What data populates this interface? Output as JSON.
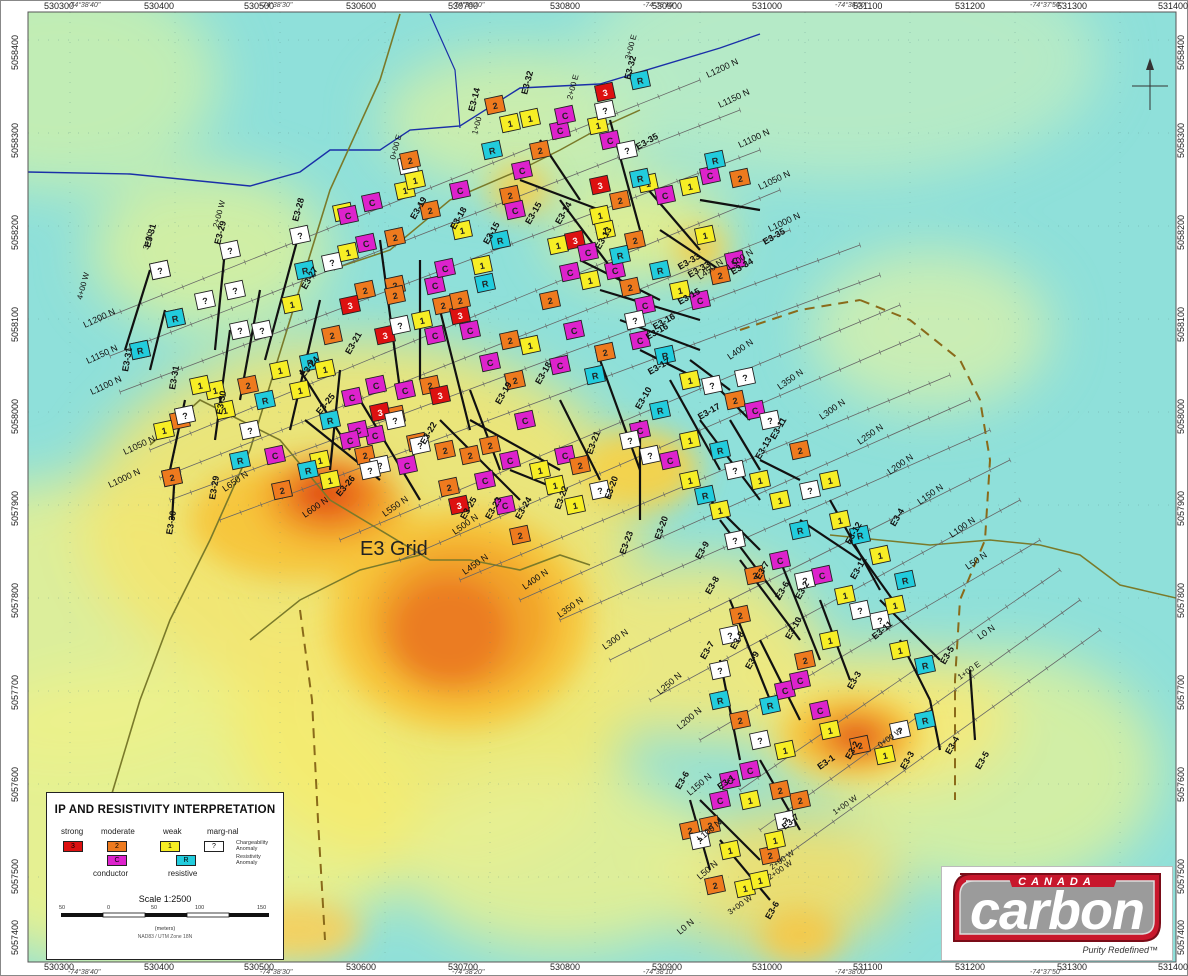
{
  "top_coords": {
    "easting": [
      "530300",
      "530400",
      "530500",
      "530600",
      "530700",
      "530800",
      "530900",
      "531000",
      "531100",
      "531200",
      "531300",
      "531400"
    ],
    "dms": [
      "-74°38'40\"",
      "-74°38'30\"",
      "-74°38'20\"",
      "-74°38'10\"",
      "-74°38'00\"",
      "-74°37'50\""
    ]
  },
  "bottom_coords": {
    "easting": [
      "530300",
      "530400",
      "530500",
      "530600",
      "530700",
      "530800",
      "530900",
      "531000",
      "531100",
      "531200",
      "531300",
      "531400"
    ],
    "dms": [
      "-74°38'40\"",
      "-74°38'30\"",
      "-74°38'20\"",
      "-74°38'10\"",
      "-74°38'00\"",
      "-74°37'50\""
    ]
  },
  "left_coords": {
    "northing": [
      "5058400",
      "5058300",
      "5058200",
      "5058100",
      "5058000",
      "5057900",
      "5057800",
      "5057700",
      "5057600",
      "5057500",
      "5057400"
    ]
  },
  "right_coords": {
    "northing": [
      "5058400",
      "5058300",
      "5058200",
      "5058100",
      "5058000",
      "5057900",
      "5057800",
      "5057700",
      "5057600",
      "5057500",
      "5057400"
    ]
  },
  "map": {
    "grid_label": "E3 Grid",
    "anomaly_colors": {
      "strong": "#dd1111",
      "moderate": "#ee7a1e",
      "weak": "#f7ee25",
      "marginal": "#ffffff",
      "conductor": "#dd22cc",
      "resistive": "#22ccdd"
    },
    "anomaly_symbols": {
      "strong": "3",
      "moderate": "2",
      "weak": "1",
      "marginal": "?",
      "conductor": "C",
      "resistive": "R"
    },
    "line_labels": [
      {
        "t": "L1200 N"
      },
      {
        "t": "L1150 N"
      },
      {
        "t": "L1100 N"
      },
      {
        "t": "L1050 N"
      },
      {
        "t": "L1000 N"
      },
      {
        "t": "L1200 N"
      },
      {
        "t": "L1150 N"
      },
      {
        "t": "L1100 N"
      },
      {
        "t": "L1050 N"
      },
      {
        "t": "L1000 N"
      },
      {
        "t": "L650 N"
      },
      {
        "t": "L600 N"
      },
      {
        "t": "L550 N"
      },
      {
        "t": "L500 N"
      },
      {
        "t": "L450 N"
      },
      {
        "t": "L400 N"
      },
      {
        "t": "L350 N"
      },
      {
        "t": "L300 N"
      },
      {
        "t": "L250 N"
      },
      {
        "t": "L200 N"
      },
      {
        "t": "L150 N"
      },
      {
        "t": "L100 N"
      },
      {
        "t": "L50 N"
      },
      {
        "t": "L0 N"
      },
      {
        "t": "L400 N"
      },
      {
        "t": "L350 N"
      },
      {
        "t": "L300 N"
      },
      {
        "t": "L250 N"
      },
      {
        "t": "L200 N"
      },
      {
        "t": "L150 N"
      },
      {
        "t": "L100 N"
      },
      {
        "t": "L50 N"
      },
      {
        "t": "L0 N"
      },
      {
        "t": "L450 N"
      },
      {
        "t": "L500 N"
      }
    ],
    "chain_labels": [
      {
        "t": "0+00 E"
      },
      {
        "t": "1+00"
      },
      {
        "t": "2+00 E"
      },
      {
        "t": "3+00 E"
      },
      {
        "t": "2+00 W"
      },
      {
        "t": "3+00"
      },
      {
        "t": "4+00 W"
      },
      {
        "t": "2+00 W"
      },
      {
        "t": "1+00 E"
      },
      {
        "t": "0+00 W"
      },
      {
        "t": "1+00 W"
      },
      {
        "t": "2+00 W"
      },
      {
        "t": "3+00 W"
      }
    ],
    "trend_labels": [
      {
        "t": "E3-31"
      },
      {
        "t": "E3-31"
      },
      {
        "t": "E3-30"
      },
      {
        "t": "E3-31"
      },
      {
        "t": "E3-29"
      },
      {
        "t": "E3-30"
      },
      {
        "t": "E3-29"
      },
      {
        "t": "E3-28"
      },
      {
        "t": "E3-27"
      },
      {
        "t": "E3-26"
      },
      {
        "t": "E3-25"
      },
      {
        "t": "E3-24"
      },
      {
        "t": "E3-25"
      },
      {
        "t": "E3-21"
      },
      {
        "t": "E3-22"
      },
      {
        "t": "E3-23"
      },
      {
        "t": "E3-24"
      },
      {
        "t": "E3-19"
      },
      {
        "t": "E3-18"
      },
      {
        "t": "E3-16"
      },
      {
        "t": "E3-17"
      },
      {
        "t": "E3-20"
      },
      {
        "t": "E3-22"
      },
      {
        "t": "E3-21"
      },
      {
        "t": "E3-20"
      },
      {
        "t": "E3-23"
      },
      {
        "t": "E3-15"
      },
      {
        "t": "E3-14"
      },
      {
        "t": "E3-12"
      },
      {
        "t": "E3-32"
      },
      {
        "t": "E3-35"
      },
      {
        "t": "E3-35"
      },
      {
        "t": "E3-34"
      },
      {
        "t": "E3-33"
      },
      {
        "t": "E3-16"
      },
      {
        "t": "E3-15"
      },
      {
        "t": "E3-13"
      },
      {
        "t": "E3-11"
      },
      {
        "t": "E3-17"
      },
      {
        "t": "E3-10"
      },
      {
        "t": "E3-9"
      },
      {
        "t": "E3-8"
      },
      {
        "t": "E3-7"
      },
      {
        "t": "E3-6"
      },
      {
        "t": "E3-5"
      },
      {
        "t": "E3-4"
      },
      {
        "t": "E3-3"
      },
      {
        "t": "E3-2"
      },
      {
        "t": "E3-1"
      },
      {
        "t": "E3-12"
      },
      {
        "t": "E3-11"
      },
      {
        "t": "E3-10"
      },
      {
        "t": "E3-9"
      },
      {
        "t": "E3-8"
      },
      {
        "t": "E3-7"
      },
      {
        "t": "E3-6"
      },
      {
        "t": "E3-5"
      },
      {
        "t": "E3-4"
      },
      {
        "t": "E3-3"
      },
      {
        "t": "E3-2"
      },
      {
        "t": "E3-1"
      },
      {
        "t": "E3-7"
      },
      {
        "t": "E3-6"
      },
      {
        "t": "E3-14"
      },
      {
        "t": "E3-13"
      },
      {
        "t": "E3-19"
      },
      {
        "t": "E3-18"
      },
      {
        "t": "E3-15"
      },
      {
        "t": "E3-32"
      },
      {
        "t": "E3-33"
      }
    ],
    "anomalies": [
      {
        "k": "marginal"
      },
      {
        "k": "resistive"
      },
      {
        "k": "marginal"
      },
      {
        "k": "weak"
      },
      {
        "k": "moderate"
      },
      {
        "k": "marginal"
      },
      {
        "k": "marginal"
      },
      {
        "k": "marginal"
      },
      {
        "k": "marginal"
      },
      {
        "k": "moderate"
      },
      {
        "k": "marginal"
      },
      {
        "k": "marginal"
      },
      {
        "k": "weak"
      },
      {
        "k": "resistive"
      },
      {
        "k": "marginal"
      },
      {
        "k": "weak"
      },
      {
        "k": "weak"
      },
      {
        "k": "conductor"
      },
      {
        "k": "conductor"
      },
      {
        "k": "moderate"
      },
      {
        "k": "weak"
      },
      {
        "k": "marginal"
      },
      {
        "k": "conductor"
      },
      {
        "k": "moderate"
      },
      {
        "k": "moderate"
      },
      {
        "k": "resistive"
      },
      {
        "k": "moderate"
      },
      {
        "k": "strong"
      },
      {
        "k": "moderate"
      },
      {
        "k": "conductor"
      },
      {
        "k": "conductor"
      },
      {
        "k": "conductor"
      },
      {
        "k": "strong"
      },
      {
        "k": "marginal"
      },
      {
        "k": "weak"
      },
      {
        "k": "conductor"
      },
      {
        "k": "weak"
      },
      {
        "k": "moderate"
      },
      {
        "k": "strong"
      },
      {
        "k": "conductor"
      },
      {
        "k": "conductor"
      },
      {
        "k": "moderate"
      },
      {
        "k": "strong"
      },
      {
        "k": "conductor"
      },
      {
        "k": "moderate"
      },
      {
        "k": "strong"
      },
      {
        "k": "moderate"
      },
      {
        "k": "conductor"
      },
      {
        "k": "moderate"
      },
      {
        "k": "conductor"
      },
      {
        "k": "moderate"
      },
      {
        "k": "conductor"
      },
      {
        "k": "strong"
      },
      {
        "k": "conductor"
      },
      {
        "k": "moderate"
      },
      {
        "k": "conductor"
      },
      {
        "k": "moderate"
      },
      {
        "k": "conductor"
      },
      {
        "k": "moderate"
      },
      {
        "k": "conductor"
      },
      {
        "k": "moderate"
      },
      {
        "k": "weak"
      },
      {
        "k": "conductor"
      },
      {
        "k": "resistive"
      },
      {
        "k": "moderate"
      },
      {
        "k": "conductor"
      },
      {
        "k": "moderate"
      },
      {
        "k": "conductor"
      },
      {
        "k": "weak"
      },
      {
        "k": "conductor"
      },
      {
        "k": "moderate"
      },
      {
        "k": "conductor"
      },
      {
        "k": "resistive"
      },
      {
        "k": "weak"
      },
      {
        "k": "conductor"
      },
      {
        "k": "moderate"
      },
      {
        "k": "conductor"
      },
      {
        "k": "weak"
      },
      {
        "k": "moderate"
      },
      {
        "k": "weak"
      },
      {
        "k": "moderate"
      },
      {
        "k": "strong"
      },
      {
        "k": "weak"
      },
      {
        "k": "conductor"
      },
      {
        "k": "weak"
      },
      {
        "k": "conductor"
      },
      {
        "k": "moderate"
      },
      {
        "k": "resistive"
      },
      {
        "k": "weak"
      },
      {
        "k": "conductor"
      },
      {
        "k": "moderate"
      },
      {
        "k": "conductor"
      },
      {
        "k": "moderate"
      },
      {
        "k": "conductor"
      },
      {
        "k": "resistive"
      },
      {
        "k": "weak"
      },
      {
        "k": "resistive"
      },
      {
        "k": "moderate"
      },
      {
        "k": "conductor"
      },
      {
        "k": "weak"
      },
      {
        "k": "moderate"
      },
      {
        "k": "weak"
      },
      {
        "k": "moderate"
      },
      {
        "k": "conductor"
      },
      {
        "k": "resistive"
      },
      {
        "k": "weak"
      },
      {
        "k": "weak"
      },
      {
        "k": "moderate"
      },
      {
        "k": "conductor"
      },
      {
        "k": "marginal"
      },
      {
        "k": "resistive"
      },
      {
        "k": "strong"
      },
      {
        "k": "conductor"
      },
      {
        "k": "marginal"
      },
      {
        "k": "resistive"
      },
      {
        "k": "weak"
      },
      {
        "k": "strong"
      },
      {
        "k": "conductor"
      },
      {
        "k": "weak"
      },
      {
        "k": "resistive"
      },
      {
        "k": "marginal"
      },
      {
        "k": "conductor"
      },
      {
        "k": "resistive"
      },
      {
        "k": "weak"
      },
      {
        "k": "marginal"
      },
      {
        "k": "marginal"
      },
      {
        "k": "moderate"
      },
      {
        "k": "conductor"
      },
      {
        "k": "marginal"
      },
      {
        "k": "moderate"
      },
      {
        "k": "weak"
      },
      {
        "k": "marginal"
      },
      {
        "k": "weak"
      },
      {
        "k": "resistive"
      },
      {
        "k": "weak"
      },
      {
        "k": "resistive"
      },
      {
        "k": "weak"
      },
      {
        "k": "marginal"
      },
      {
        "k": "weak"
      },
      {
        "k": "resistive"
      },
      {
        "k": "marginal"
      },
      {
        "k": "conductor"
      },
      {
        "k": "weak"
      },
      {
        "k": "marginal"
      },
      {
        "k": "weak"
      },
      {
        "k": "moderate"
      },
      {
        "k": "conductor"
      },
      {
        "k": "resistive"
      },
      {
        "k": "marginal"
      },
      {
        "k": "weak"
      },
      {
        "k": "conductor"
      },
      {
        "k": "conductor"
      },
      {
        "k": "weak"
      },
      {
        "k": "moderate"
      },
      {
        "k": "weak"
      },
      {
        "k": "marginal"
      },
      {
        "k": "resistive"
      },
      {
        "k": "conductor"
      },
      {
        "k": "moderate"
      },
      {
        "k": "marginal"
      },
      {
        "k": "weak"
      },
      {
        "k": "resistive"
      },
      {
        "k": "weak"
      },
      {
        "k": "conductor"
      },
      {
        "k": "marginal"
      },
      {
        "k": "conductor"
      },
      {
        "k": "resistive"
      },
      {
        "k": "weak"
      },
      {
        "k": "resistive"
      },
      {
        "k": "marginal"
      },
      {
        "k": "weak"
      },
      {
        "k": "weak"
      },
      {
        "k": "resistive"
      },
      {
        "k": "moderate"
      },
      {
        "k": "marginal"
      },
      {
        "k": "marginal"
      },
      {
        "k": "resistive"
      },
      {
        "k": "moderate"
      },
      {
        "k": "conductor"
      },
      {
        "k": "weak"
      },
      {
        "k": "weak"
      },
      {
        "k": "moderate"
      },
      {
        "k": "weak"
      },
      {
        "k": "weak"
      },
      {
        "k": "marginal"
      },
      {
        "k": "moderate"
      },
      {
        "k": "conductor"
      },
      {
        "k": "moderate"
      },
      {
        "k": "moderate"
      },
      {
        "k": "marginal"
      },
      {
        "k": "moderate"
      },
      {
        "k": "conductor"
      },
      {
        "k": "weak"
      },
      {
        "k": "moderate"
      },
      {
        "k": "marginal"
      },
      {
        "k": "marginal"
      },
      {
        "k": "weak"
      },
      {
        "k": "weak"
      },
      {
        "k": "weak"
      },
      {
        "k": "conductor"
      },
      {
        "k": "moderate"
      },
      {
        "k": "moderate"
      },
      {
        "k": "moderate"
      },
      {
        "k": "marginal"
      },
      {
        "k": "marginal"
      },
      {
        "k": "marginal"
      },
      {
        "k": "marginal"
      },
      {
        "k": "conductor"
      },
      {
        "k": "resistive"
      },
      {
        "k": "weak"
      },
      {
        "k": "weak"
      },
      {
        "k": "resistive"
      },
      {
        "k": "marginal"
      },
      {
        "k": "conductor"
      },
      {
        "k": "weak"
      },
      {
        "k": "weak"
      },
      {
        "k": "resistive"
      },
      {
        "k": "moderate"
      },
      {
        "k": "resistive"
      },
      {
        "k": "weak"
      },
      {
        "k": "weak"
      },
      {
        "k": "weak"
      },
      {
        "k": "moderate"
      },
      {
        "k": "weak"
      },
      {
        "k": "marginal"
      },
      {
        "k": "resistive"
      },
      {
        "k": "resistive"
      },
      {
        "k": "marginal"
      },
      {
        "k": "moderate"
      }
    ]
  },
  "legend": {
    "title": "IP AND RESISTIVITY INTERPRETATION",
    "strong": "strong",
    "moderate": "moderate",
    "weak": "weak",
    "marginal": "marg-nal",
    "chargeability": "Chargeability Anomaly",
    "resistivity": "Resistivity Anomaly",
    "conductor": "conductor",
    "resistive": "resistive",
    "sym_strong": "3",
    "sym_moderate": "2",
    "sym_weak": "1",
    "sym_marginal": "?",
    "sym_conductor": "C",
    "sym_resistive": "R",
    "scale": "Scale 1:2500",
    "scale_ticks": [
      "50",
      "0",
      "50",
      "100",
      "150"
    ],
    "scale_unit": "(meters)",
    "projection": "NAD83 / UTM Zone 18N"
  },
  "logo": {
    "canada": "CANADA",
    "word": "carbon",
    "tagline": "Purity Redefined™"
  }
}
